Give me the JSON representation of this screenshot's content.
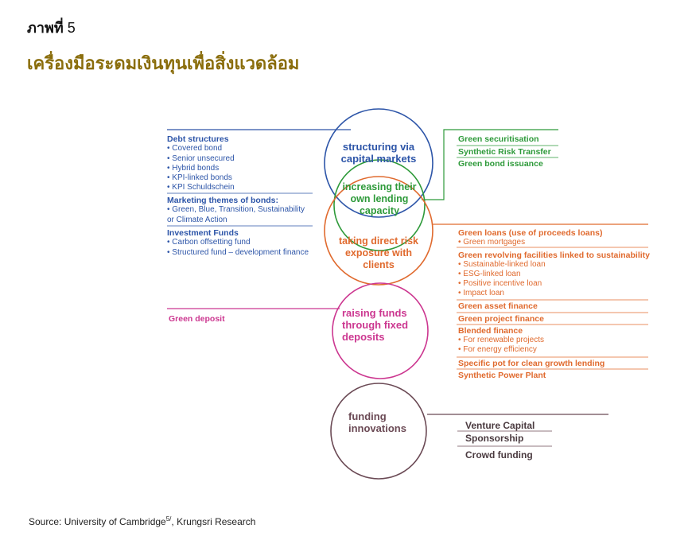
{
  "figure": {
    "label": "ภาพที่",
    "number": "5",
    "title": "เครื่องมือระดมเงินทุนเพื่อสิ่งแวดล้อม"
  },
  "colors": {
    "blue": "#2d55a8",
    "green": "#2e9a3a",
    "orange": "#e06a2e",
    "magenta": "#cc3790",
    "purple": "#6b4a55"
  },
  "circles": {
    "capital_markets": "structuring via capital markets",
    "own_lending": "increasing their own lending capacity",
    "direct_risk": "taking direct risk exposure with clients",
    "fixed_deposits": "raising funds through fixed deposits",
    "funding_innovations": "funding innovations"
  },
  "left_blue": {
    "debt_heading": "Debt structures",
    "debt_items": [
      "Covered bond",
      "Senior unsecured",
      "Hybrid bonds",
      "KPI-linked bonds",
      "KPI Schuldschein"
    ],
    "themes_heading": "Marketing themes of bonds:",
    "themes_items": [
      "Green, Blue, Transition, Sustainability or Climate Action"
    ],
    "funds_heading": "Investment Funds",
    "funds_items": [
      "Carbon offsetting fund",
      "Structured fund – development finance"
    ]
  },
  "green_deposit": "Green deposit",
  "right_green": [
    "Green securitisation",
    "Synthetic Risk Transfer",
    "Green bond issuance"
  ],
  "right_orange": {
    "loans_heading": "Green loans (use of proceeds loans)",
    "loans_items": [
      "Green mortgages"
    ],
    "revolving_heading": "Green revolving facilities linked to sustainability",
    "revolving_items": [
      "Sustainable-linked loan",
      "ESG-linked loan",
      "Positive incentive loan",
      "Impact loan"
    ],
    "asset_finance": "Green asset finance",
    "project_finance": "Green project finance",
    "blended_heading": "Blended finance",
    "blended_items": [
      "For renewable projects",
      "For energy efficiency"
    ],
    "specific_pot": "Specific pot for clean growth lending",
    "synthetic_power": "Synthetic Power Plant"
  },
  "right_funding": [
    "Venture Capital",
    "Sponsorship",
    "Crowd funding"
  ],
  "source": {
    "prefix": "Source: University of Cambridge",
    "sup": "5/",
    "suffix": ", Krungsri Research"
  }
}
